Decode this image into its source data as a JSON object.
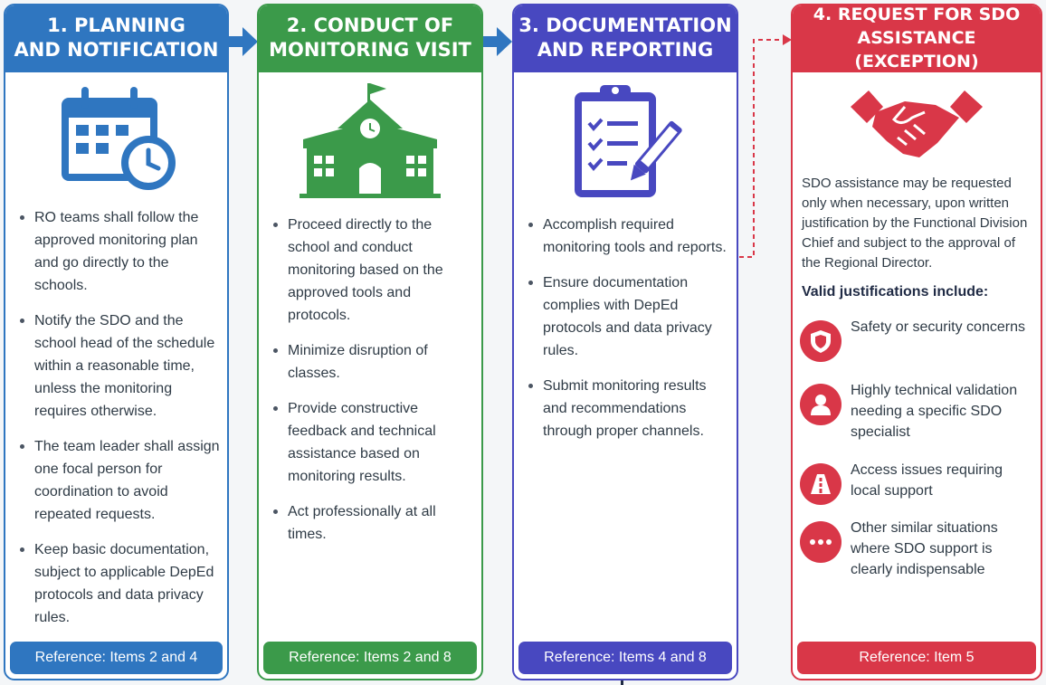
{
  "colors": {
    "planning": "#2f76c0",
    "conduct": "#3b9a4a",
    "documentation": "#4848c0",
    "request": "#d93748"
  },
  "steps": [
    {
      "title": "1. PLANNING\nAND NOTIFICATION",
      "icon": "calendar-clock-icon",
      "bullets": [
        "RO teams shall follow the approved monitoring plan and go directly to the schools.",
        "Notify the SDO and the school head of the schedule within a reasonable time, unless the monitoring requires otherwise.",
        "The team leader shall assign one focal person for coordination to avoid repeated requests.",
        "Keep basic documentation, subject to applicable DepEd protocols and data privacy rules."
      ],
      "reference": "Reference: Items 2 and 4"
    },
    {
      "title": "2. CONDUCT OF\nMONITORING VISIT",
      "icon": "school-building-icon",
      "bullets": [
        "Proceed directly to the school and conduct monitoring based on the approved tools and protocols.",
        "Minimize disruption of classes.",
        "Provide constructive feedback and technical assistance based on monitoring results.",
        "Act professionally at all times."
      ],
      "reference": "Reference: Items 2 and 8"
    },
    {
      "title": "3. DOCUMENTATION\nAND REPORTING",
      "icon": "clipboard-checklist-icon",
      "bullets": [
        "Accomplish required monitoring tools and reports.",
        "Ensure documentation complies with DepEd protocols and data privacy rules.",
        "Submit monitoring results and recommendations through proper channels."
      ],
      "reference": "Reference: Items 4 and 8"
    },
    {
      "title": "4. REQUEST FOR SDO\nASSISTANCE (EXCEPTION)",
      "icon": "handshake-icon",
      "description": "SDO assistance may be requested only when necessary, upon written justification by the Functional Division Chief and subject to the approval of the Regional Director.",
      "valid_title": "Valid justifications include:",
      "justifications": [
        {
          "icon": "shield-icon",
          "text": "Safety or security concerns"
        },
        {
          "icon": "person-icon",
          "text": "Highly technical validation needing a specific SDO specialist"
        },
        {
          "icon": "road-icon",
          "text": "Access issues requiring local support"
        },
        {
          "icon": "ellipsis-icon",
          "text": "Other similar situations where SDO support is clearly indispensable"
        }
      ],
      "reference": "Reference: Item 5"
    }
  ]
}
